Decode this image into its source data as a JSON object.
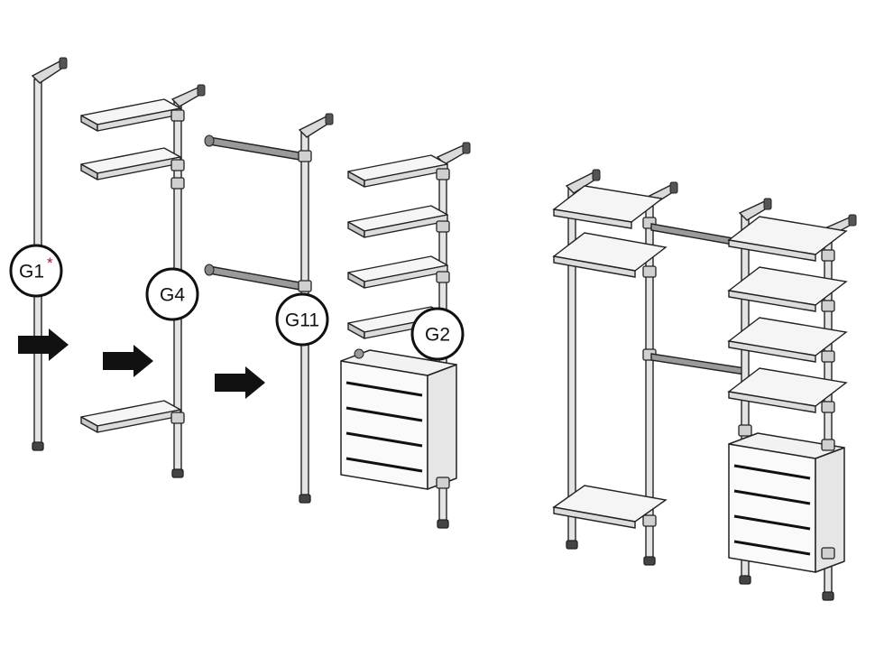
{
  "modules": [
    {
      "id": "g1",
      "label": "G1",
      "marker": "*"
    },
    {
      "id": "g4",
      "label": "G4"
    },
    {
      "id": "g11",
      "label": "G11"
    },
    {
      "id": "g2",
      "label": "G2"
    }
  ],
  "colors": {
    "line": "#222222",
    "shelf": "#f4f4f4",
    "arrow": "#111111",
    "marker": "#b0102a"
  },
  "icons": {
    "step_arrow": "right-arrow-icon"
  }
}
